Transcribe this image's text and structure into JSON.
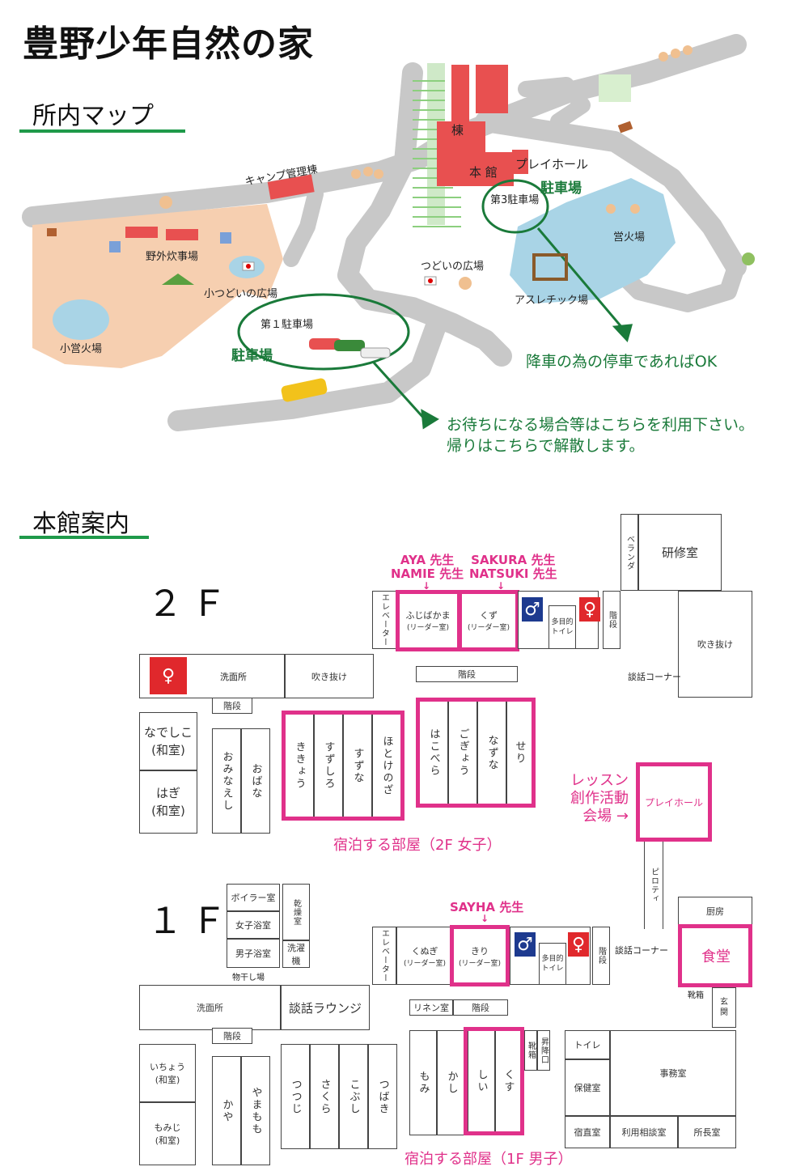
{
  "title": "豊野少年自然の家",
  "section_map": "所内マップ",
  "section_building": "本館案内",
  "map": {
    "labels": {
      "camp_office": "キャンプ管理棟",
      "mune": "棟",
      "honkan": "本 館",
      "playhall": "プレイホール",
      "parking3": "第3駐車場",
      "parking_green_top": "駐車場",
      "campfire": "営火場",
      "outdoor_kitchen": "野外炊事場",
      "small_plaza": "小つどいの広場",
      "tsudoi_plaza": "つどいの広場",
      "athletic": "アスレチック場",
      "parking1": "第１駐車場",
      "parking_green_bottom": "駐車場",
      "small_campfire": "小営火場"
    },
    "note_top": "降車の為の停車であればOK",
    "note_bottom_1": "お待ちになる場合等はこちらを利用下さい。",
    "note_bottom_2": "帰りはこちらで解散します。",
    "colors": {
      "road": "#c8c8c8",
      "building": "#e85050",
      "pond": "#a9d4e6",
      "field": "#f6cfb0",
      "green": "#1a7a3a",
      "pink": "#e0318a"
    }
  },
  "floor2": {
    "label": "２Ｆ",
    "teachers_left_1": "AYA 先生",
    "teachers_left_2": "NAMIE 先生",
    "teachers_right_1": "SAKURA 先生",
    "teachers_right_2": "NATSUKI 先生",
    "rooms": {
      "elevator": "エレベーター",
      "fujibakama": "ふじばかま",
      "fujibakama_sub": "(リーダー室)",
      "kuzu": "くず",
      "kuzu_sub": "(リーダー室)",
      "multi_toilet": "多目的トイレ",
      "stairs_v": "階段",
      "veranda": "ベランダ",
      "kenshu": "研修室",
      "fukinuke_right": "吹き抜け",
      "senmen": "洗面所",
      "fukinuke": "吹き抜け",
      "stairs_mid": "階段",
      "danwa": "談話コーナー",
      "stairs_left": "階段",
      "nadeshiko": "なでしこ",
      "nadeshiko_sub": "(和室)",
      "hagi": "はぎ",
      "hagi_sub": "(和室)",
      "ominaeshi": "おみなえし",
      "obana": "おばな",
      "kikyo": "ききょう",
      "suzushiro": "すずしろ",
      "suzuna": "すずな",
      "hotokenoza": "ほとけのざ",
      "hakobera": "はこべら",
      "gogyo": "ごぎょう",
      "nazuna": "なずな",
      "seri": "せり",
      "playhall": "プレイホール"
    },
    "lesson_1": "レッスン",
    "lesson_2": "創作活動",
    "lesson_3": "会場 →",
    "caption": "宿泊する部屋（2F 女子）"
  },
  "floor1": {
    "label": "１Ｆ",
    "teacher": "SAYHA 先生",
    "rooms": {
      "piloti": "ピロティ",
      "boiler": "ボイラー室",
      "kanso": "乾燥室",
      "women_bath": "女子浴室",
      "men_bath": "男子浴室",
      "sentaku": "洗濯機",
      "monohoshi": "物干し場",
      "elevator": "エレベーター",
      "kunugi": "くぬぎ",
      "kunugi_sub": "(リーダー室)",
      "kiri": "きり",
      "kiri_sub": "(リーダー室)",
      "multi_toilet": "多目的トイレ",
      "stairs_v": "階段",
      "danwa": "談話コーナー",
      "chubo": "厨房",
      "shokudo": "食堂",
      "kutsubako": "靴箱",
      "genkan": "玄関",
      "senmen": "洗面所",
      "lounge": "談話ラウンジ",
      "linen": "リネン室",
      "stairs_mid": "階段",
      "stairs_left": "階段",
      "icho": "いちょう",
      "icho_sub": "(和室)",
      "momiji": "もみじ",
      "momiji_sub": "(和室)",
      "kaya": "かや",
      "yamamomo": "やまもも",
      "tsutsuji": "つつじ",
      "sakura": "さくら",
      "kobushi": "こぶし",
      "tsubaki": "つばき",
      "momi": "もみ",
      "kashi": "かし",
      "shii": "しい",
      "kusu": "くす",
      "kutsubako2": "靴箱",
      "shokoguchi": "昇降口",
      "toilet": "トイレ",
      "hoken": "保健室",
      "jimu": "事務室",
      "shukuchoku": "宿直室",
      "riyo": "利用相談室",
      "shocho": "所長室"
    },
    "caption": "宿泊する部屋（1F 男子）"
  }
}
